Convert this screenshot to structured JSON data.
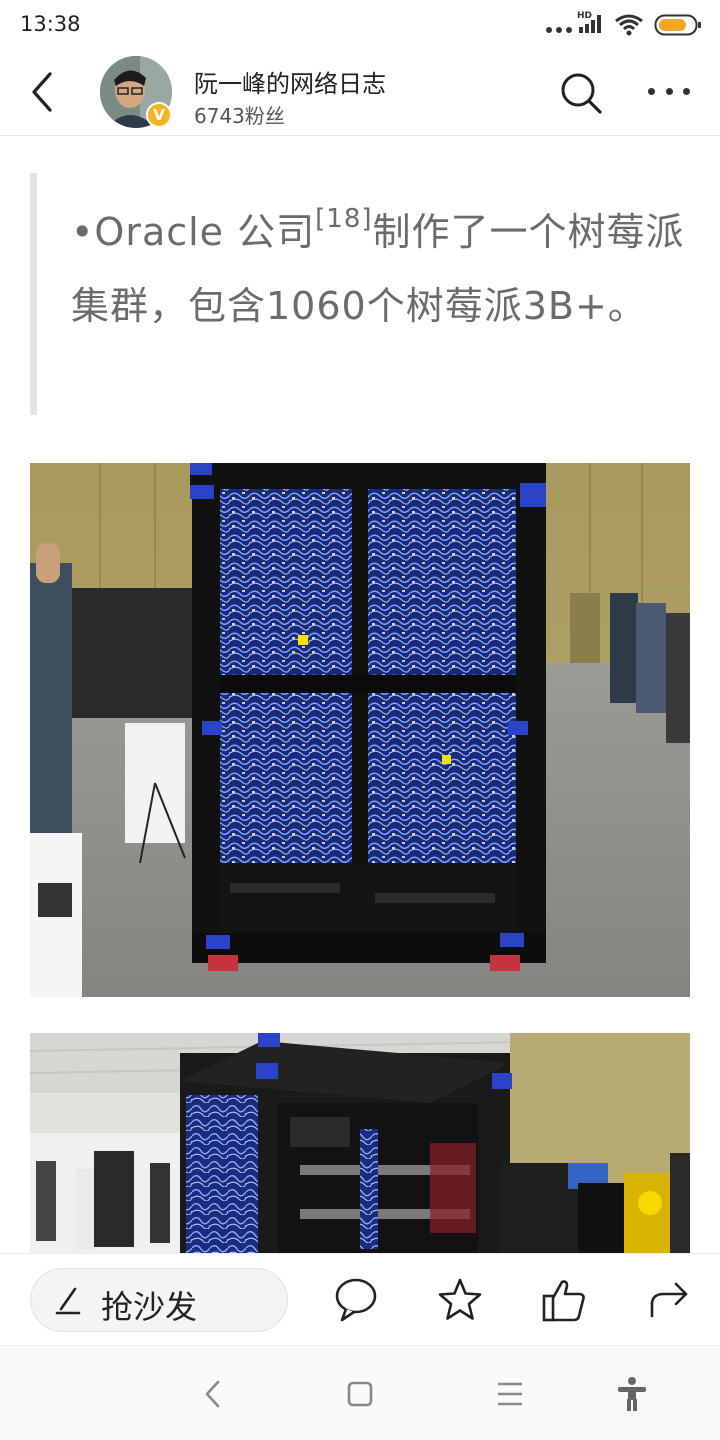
{
  "status_bar": {
    "time": "13:38",
    "network_label": "HD",
    "icons": [
      "dots-icon",
      "signal-icon",
      "wifi-icon",
      "battery-icon"
    ],
    "battery_color": "#f5a623"
  },
  "header": {
    "author_name": "阮一峰的网络日志",
    "fans": "6743粉丝",
    "verified_badge": "V",
    "icons": [
      "back-arrow-icon",
      "search-icon",
      "more-icon"
    ]
  },
  "article": {
    "quote_before_ref": "•Oracle 公司",
    "quote_ref": "[18]",
    "quote_after_ref": "制作了一个树莓派集群，包含1060个树莓派3B+。",
    "quote_border_color": "#e4e4e4"
  },
  "action_bar": {
    "comment_placeholder": "抢沙发",
    "icons": [
      "pen-icon",
      "comment-icon",
      "star-icon",
      "thumbs-up-icon",
      "share-icon"
    ]
  },
  "nav_bar": {
    "icons": [
      "nav-back-icon",
      "nav-home-icon",
      "nav-menu-icon",
      "accessibility-icon"
    ]
  }
}
